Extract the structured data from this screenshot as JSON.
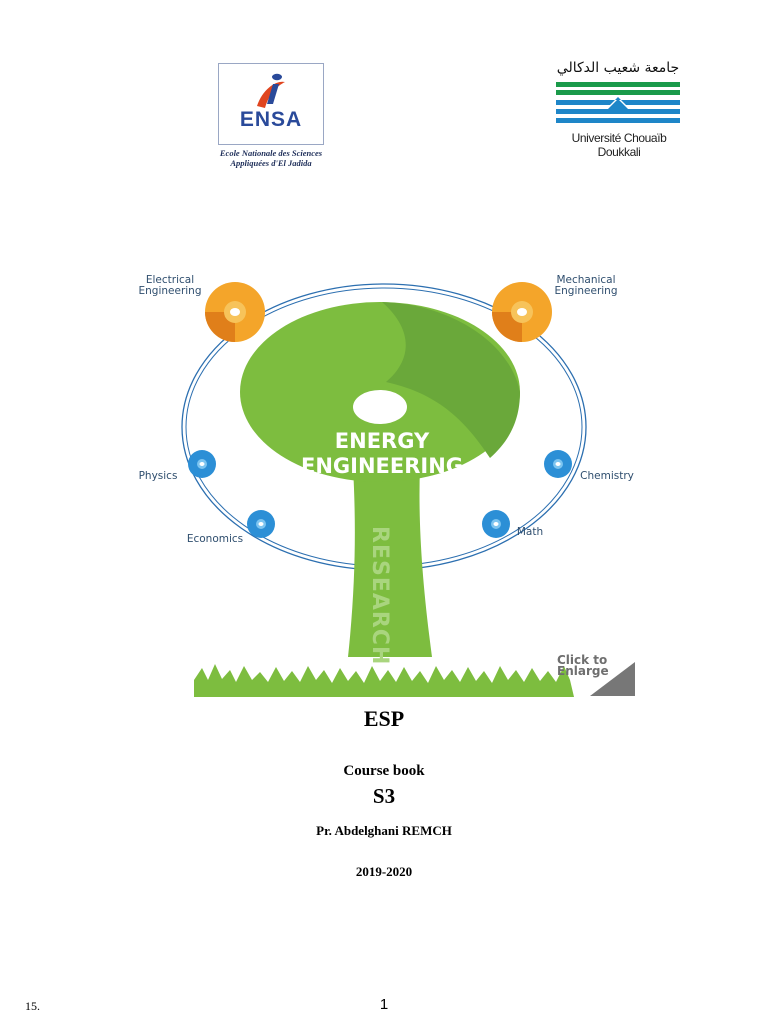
{
  "logos": {
    "ensa": {
      "abbr": "ENSA",
      "caption_line1": "Ecole Nationale des Sciences",
      "caption_line2": "Appliquées d'El Jadida"
    },
    "university": {
      "arabic_name": "جامعة شعيب الدكالي",
      "name": "Université Chouaïb Doukkali"
    }
  },
  "diagram": {
    "center_line1": "ENERGY",
    "center_line2": "ENGINEERING",
    "trunk": "RESEARCH",
    "labels": {
      "electrical_1": "Electrical",
      "electrical_2": "Engineering",
      "mechanical_1": "Mechanical",
      "mechanical_2": "Engineering",
      "physics": "Physics",
      "chemistry": "Chemistry",
      "economics": "Economics",
      "math": "Math"
    },
    "enlarge_1": "Click to",
    "enlarge_2": "Enlarge",
    "colors": {
      "green": "#7dbd3f",
      "dark_green": "#6aa83a",
      "orange": "#f4a52a",
      "blue": "#2c8fd6",
      "ring": "#2c6fb0"
    }
  },
  "cover": {
    "title": "ESP",
    "subtitle": "Course book",
    "semester": "S3",
    "author": "Pr. Abdelghani REMCH",
    "year": "2019-2020"
  },
  "footer": {
    "footnote": "15.",
    "page": "1"
  }
}
